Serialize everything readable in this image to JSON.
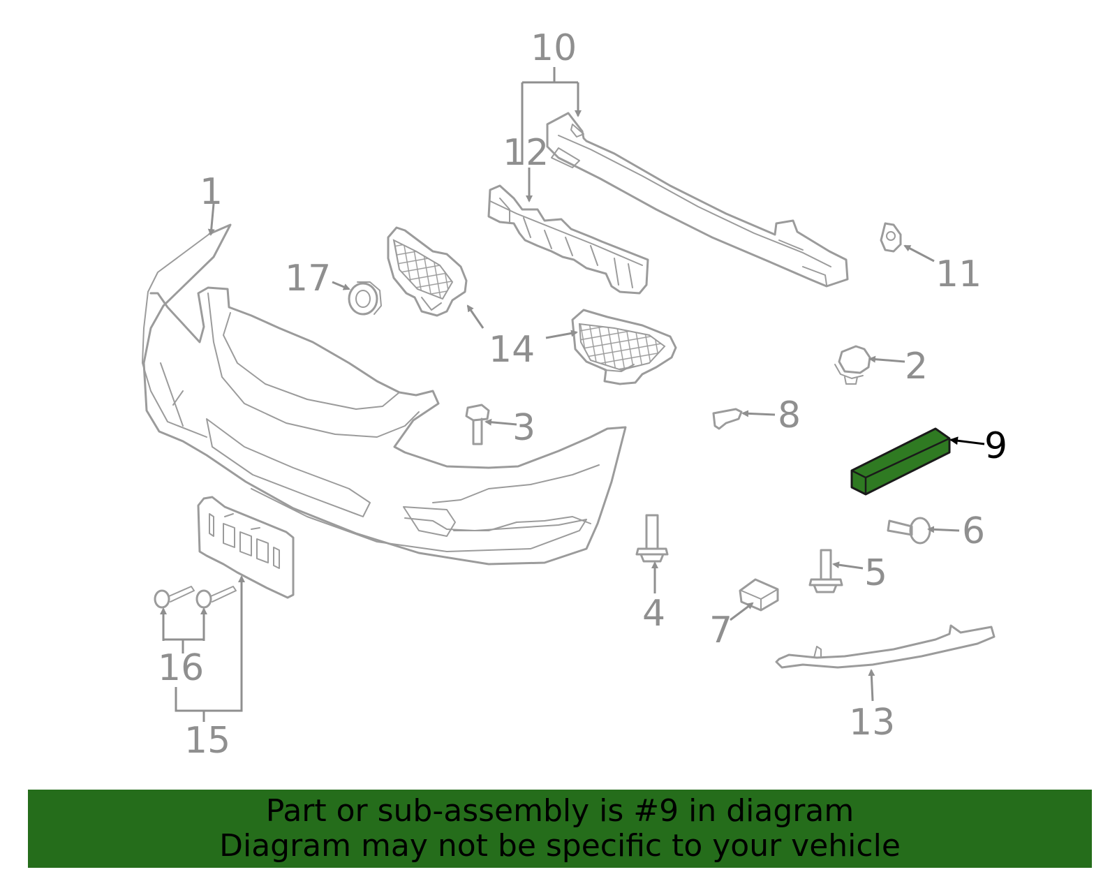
{
  "callouts": {
    "c1": "1",
    "c2": "2",
    "c3": "3",
    "c4": "4",
    "c5": "5",
    "c6": "6",
    "c7": "7",
    "c8": "8",
    "c9": "9",
    "c10": "10",
    "c11": "11",
    "c12": "12",
    "c13": "13",
    "c14": "14",
    "c15": "15",
    "c16": "16",
    "c17": "17"
  },
  "banner": {
    "line1": "Part or sub-assembly is #9 in diagram",
    "line2": "Diagram may not be specific to your vehicle"
  },
  "colors": {
    "highlight_part": "#2f7a22",
    "banner_bg": "#256d1b",
    "part_outline": "#9b9b9b"
  }
}
